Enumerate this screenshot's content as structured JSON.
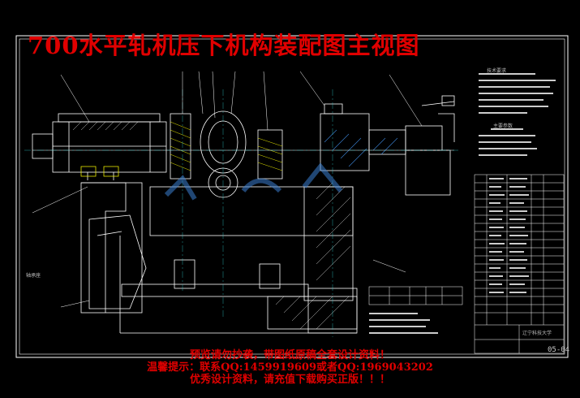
{
  "title": "700水平轧机压下机构装配图主视图",
  "footer": {
    "line1": "预览请勿抄袭，带图纸原稿全套设计资料！",
    "line2": "温馨提示：联系QQ:1459919609或者QQ:1969043202",
    "line3": "优秀设计资料，请充值下载购买正版！！！"
  },
  "drawing_number": "05-04",
  "left_label": "轴承座",
  "table_labels": {
    "tech_req_title": "技术要求",
    "spec_title": "主要参数",
    "school": "辽宁科技大学"
  },
  "colors": {
    "background": "#000000",
    "title": "#e00000",
    "lines": "#ffffff",
    "accent_blue": "#3b7fd1",
    "accent_yellow": "#e8e800",
    "accent_cyan": "#2fc7c7"
  }
}
